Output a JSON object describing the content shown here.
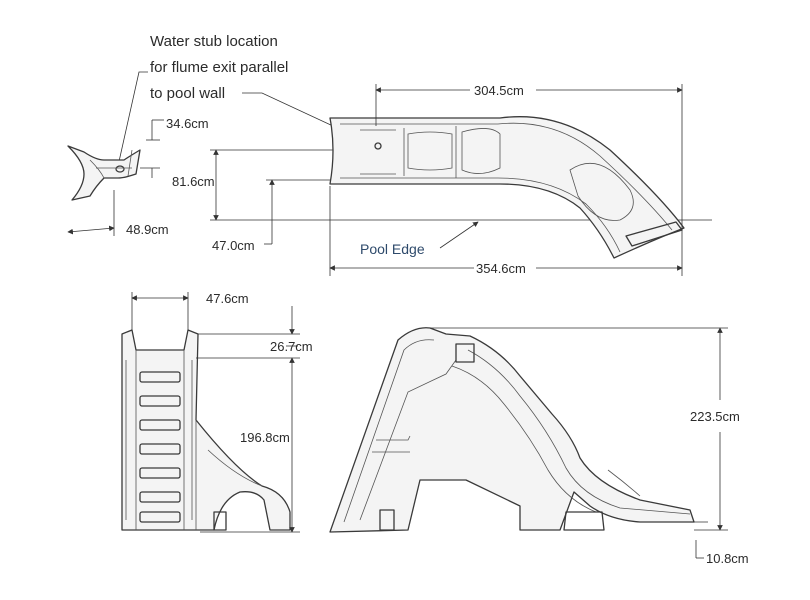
{
  "note": {
    "line1": "Water stub location",
    "line2": "for flume exit parallel",
    "line3": "to pool wall"
  },
  "dimensions": {
    "top_length": "304.5cm",
    "total_length": "354.6cm",
    "stub_offset": "34.6cm",
    "side_offset": "81.6cm",
    "edge_offset": "47.0cm",
    "exit_width": "48.9cm",
    "ladder_width": "47.6cm",
    "platform_step": "26.7cm",
    "platform_height": "196.8cm",
    "overall_height": "223.5cm",
    "exit_height": "10.8cm"
  },
  "pool_edge": {
    "label": "Pool Edge",
    "color": "#2e4a6b"
  },
  "colors": {
    "ink": "#3a3a3a"
  }
}
